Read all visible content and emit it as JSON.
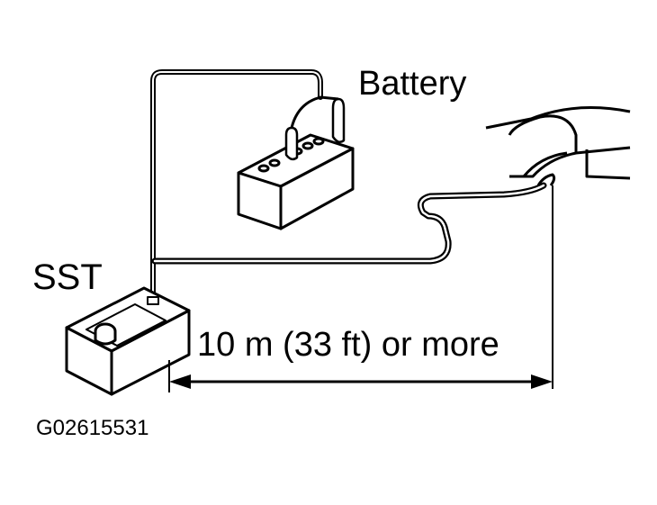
{
  "labels": {
    "battery": "Battery",
    "sst": "SST",
    "distance": "10 m (33 ft) or more",
    "figure_id": "G02615531"
  },
  "colors": {
    "ink": "#000000",
    "paper": "#ffffff"
  },
  "icons": {
    "battery": "battery-icon",
    "sst": "tester-box-icon",
    "vehicle": "vehicle-hood-icon"
  }
}
